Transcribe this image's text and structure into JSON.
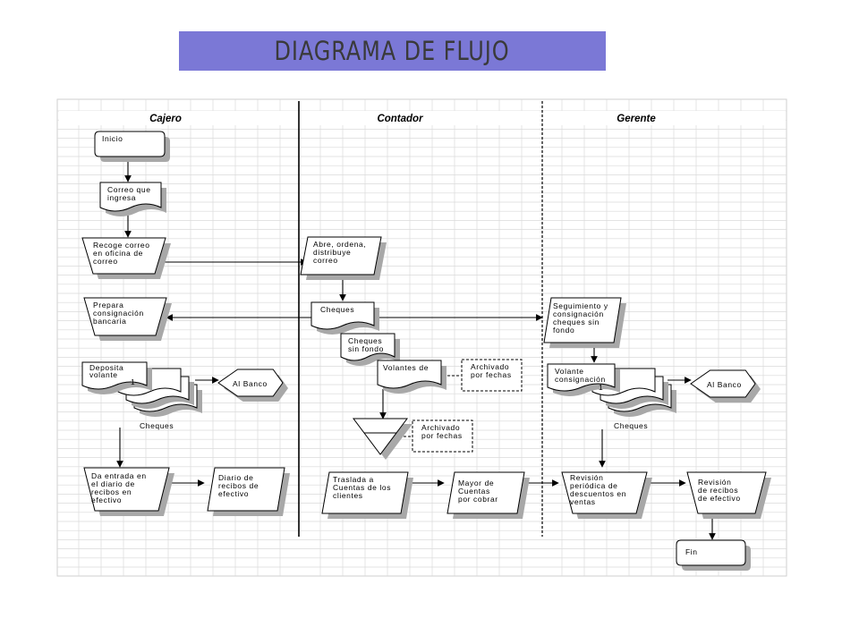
{
  "title": "DIAGRAMA DE FLUJO",
  "lanes": {
    "cajero": "Cajero",
    "contador": "Contador",
    "gerente": "Gerente"
  },
  "nodes": {
    "inicio": "Inicio",
    "correo_ingresa": [
      "Correo que",
      "ingresa"
    ],
    "recoge_correo": [
      "Recoge correo",
      "en oficina de",
      "correo"
    ],
    "abre_ordena": [
      "Abre, ordena,",
      "distribuye",
      "correo"
    ],
    "prepara_consignacion": [
      "Prepara",
      "consignación",
      "bancaria"
    ],
    "cheques_contador": "Cheques",
    "seguimiento": [
      "Seguimiento y",
      "consignación",
      "cheques sin",
      "fondo"
    ],
    "cheques_sin_fondo": [
      "Cheques",
      "sin fondo"
    ],
    "volantes_de": "Volantes de",
    "archivado_1": [
      "Archivado",
      "por fechas"
    ],
    "deposita_volante": [
      "Deposita",
      "volante",
      "1"
    ],
    "al_banco_cajero": "Al Banco",
    "cheques_cajero": "Cheques",
    "volante_consignacion": [
      "Volante",
      "consignación",
      "1"
    ],
    "al_banco_gerente": "Al Banco",
    "cheques_gerente": "Cheques",
    "archivado_2": [
      "Archivado",
      "por fechas"
    ],
    "da_entrada": [
      "Da entrada en",
      "el diario de",
      "recibos en",
      "efectivo"
    ],
    "diario_recibos": [
      "Diario de",
      "recibos de",
      "efectivo"
    ],
    "traslada": [
      "Traslada a",
      "Cuentas de los",
      "clientes"
    ],
    "mayor_cuentas": [
      "Mayor de",
      "Cuentas",
      "por cobrar"
    ],
    "revision_periodica": [
      "Revisión",
      "periódica de",
      "descuentos en",
      "ventas"
    ],
    "revision_recibos": [
      "Revisión",
      "de recibos",
      "de efectivo"
    ],
    "fin": "Fin"
  },
  "colors": {
    "banner": "#7b78d6",
    "grid": "#d4d4d4",
    "shadow": "#a8a8a8",
    "shape_fill": "#ffffff",
    "line": "#000000"
  }
}
